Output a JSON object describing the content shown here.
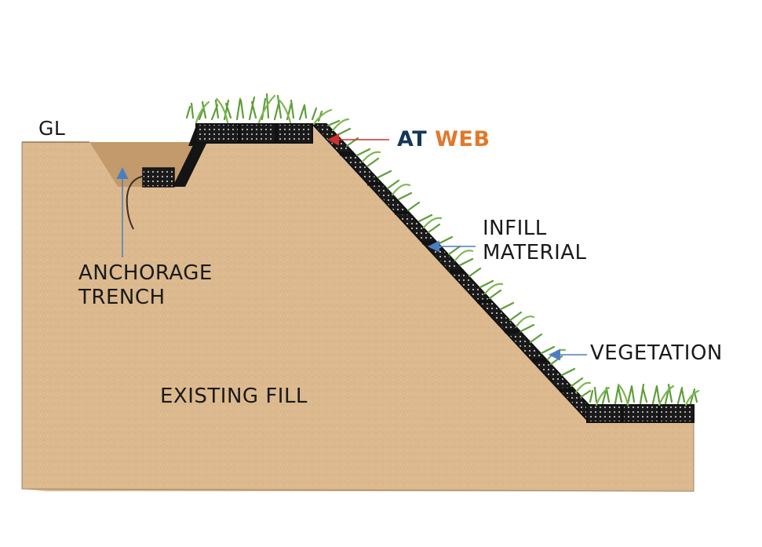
{
  "labels": {
    "ground_level": "GL",
    "brand_part1": "AT",
    "brand_part2": "WEB",
    "infill_line1": "INFILL",
    "infill_line2": "MATERIAL",
    "vegetation": "VEGETATION",
    "anchorage_line1": "ANCHORAGE",
    "anchorage_line2": "TRENCH",
    "existing_fill": "EXISTING FILL"
  },
  "colors": {
    "soil": "#dcb98e",
    "trench_fill": "#c29a6c",
    "cell_black": "#141414",
    "vegetation": "#5e9e3a",
    "brand_navy": "#16365c",
    "brand_orange": "#e07a2a",
    "leader_blue": "#4a7fbf",
    "leader_red": "#d0312d"
  }
}
